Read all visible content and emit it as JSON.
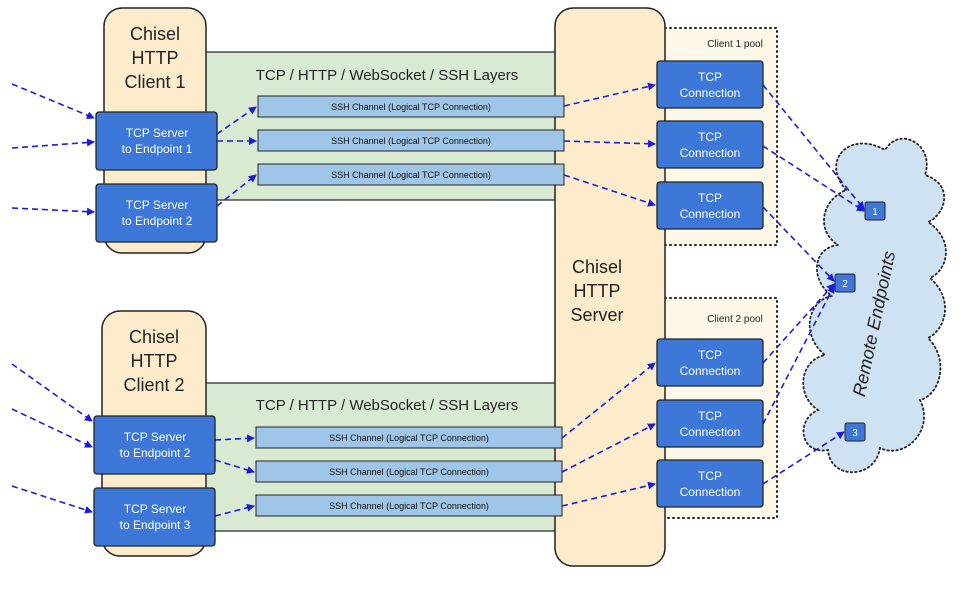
{
  "client1": {
    "title_lines": [
      "Chisel",
      "HTTP",
      "Client 1"
    ],
    "layers_label": "TCP / HTTP / WebSocket / SSH Layers",
    "tcp_servers": [
      {
        "lines": [
          "TCP Server",
          "to Endpoint 1"
        ]
      },
      {
        "lines": [
          "TCP Server",
          "to Endpoint 2"
        ]
      }
    ],
    "channels": [
      "SSH Channel (Logical TCP Connection)",
      "SSH Channel (Logical TCP Connection)",
      "SSH Channel (Logical TCP Connection)"
    ]
  },
  "client2": {
    "title_lines": [
      "Chisel",
      "HTTP",
      "Client 2"
    ],
    "layers_label": "TCP / HTTP / WebSocket / SSH Layers",
    "tcp_servers": [
      {
        "lines": [
          "TCP Server",
          "to Endpoint 2"
        ]
      },
      {
        "lines": [
          "TCP Server",
          "to Endpoint 3"
        ]
      }
    ],
    "channels": [
      "SSH Channel (Logical TCP Connection)",
      "SSH Channel (Logical TCP Connection)",
      "SSH Channel (Logical TCP Connection)"
    ]
  },
  "server": {
    "title_lines": [
      "Chisel",
      "HTTP",
      "Server"
    ]
  },
  "pools": [
    {
      "label": "Client 1 pool",
      "connections": [
        [
          "TCP",
          "Connection"
        ],
        [
          "TCP",
          "Connection"
        ],
        [
          "TCP",
          "Connection"
        ]
      ]
    },
    {
      "label": "Client 2 pool",
      "connections": [
        [
          "TCP",
          "Connection"
        ],
        [
          "TCP",
          "Connection"
        ],
        [
          "TCP",
          "Connection"
        ]
      ]
    }
  ],
  "remote": {
    "label": "Remote Endpoints",
    "endpoints": [
      "1",
      "2",
      "3"
    ]
  },
  "colors": {
    "client_fill": "#fdeccb",
    "layer_fill": "#d9ead3",
    "channel_fill": "#9fc5e8",
    "box_fill": "#3d78d8",
    "pool_fill": "#fef8e8",
    "cloud_fill": "#cfe2f3",
    "arrow": "#1c1ce0"
  }
}
